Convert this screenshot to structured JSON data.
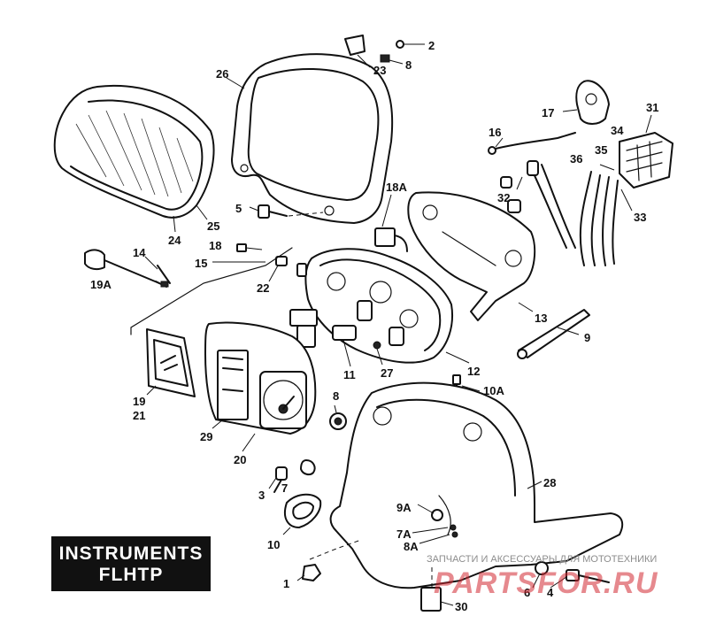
{
  "title": {
    "line1": "INSTRUMENTS",
    "line2": "FLHTP"
  },
  "watermark": {
    "tagline": "ЗАПЧАСТИ И АКСЕССУАРЫ ДЛЯ МОТОТЕХНИКИ",
    "logo": "PARTSFOR.RU",
    "color": "#d22832"
  },
  "callouts": {
    "c2": "2",
    "c23": "23",
    "c8a": "8",
    "c26": "26",
    "c31": "31",
    "c17": "17",
    "c16": "16",
    "c34": "34",
    "c35": "35",
    "c36": "36",
    "c32": "32",
    "c33": "33",
    "c5": "5",
    "c18a": "18A",
    "c25": "25",
    "c24": "24",
    "c18": "18",
    "c14": "14",
    "c15": "15",
    "c19a": "19A",
    "c22": "22",
    "c13": "13",
    "c9": "9",
    "c12": "12",
    "c11": "11",
    "c27": "27",
    "c10a": "10A",
    "c8b": "8",
    "c19": "19",
    "c21": "21",
    "c29": "29",
    "c20": "20",
    "c28": "28",
    "c3": "3",
    "c7": "7",
    "c9a": "9A",
    "c10": "10",
    "c7a": "7A",
    "c8c": "8A",
    "c1": "1",
    "c6": "6",
    "c4": "4",
    "c30": "30"
  }
}
